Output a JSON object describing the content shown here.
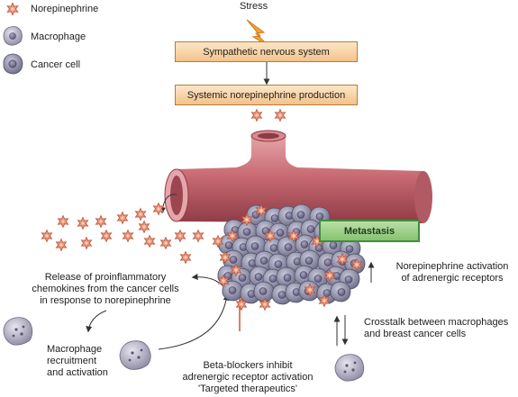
{
  "legend": {
    "norepinephrine": "Norepinephrine",
    "macrophage": "Macrophage",
    "cancer_cell": "Cancer cell"
  },
  "stress_label": "Stress",
  "boxes": {
    "sympathetic": "Sympathetic nervous system",
    "systemic": "Systemic norepinephrine production",
    "metastasis": "Metastasis"
  },
  "annotations": {
    "release": [
      "Release of proinflammatory",
      "chemokines from the cancer cells",
      "in response to norepinephrine"
    ],
    "macrophage_recruit": [
      "Macrophage",
      "recruitment",
      "and activation"
    ],
    "beta_blockers": [
      "Beta-blockers inhibit",
      "adrenergic receptor activation",
      "'Targeted therapeutics'"
    ],
    "ne_activation": [
      "Norepinephrine activation",
      "of adrenergic receptors"
    ],
    "crosstalk": [
      "Crosstalk between macrophages",
      "and breast cancer cells"
    ]
  },
  "colors": {
    "star": "#e9967a",
    "vessel": "#c86a72",
    "cancer_cell": "#7d7d97",
    "macrophage": "#8d8aa3",
    "box_border": "#b77a3a",
    "metastasis_green": "#86c36f",
    "inhibit_line": "#d9502c"
  }
}
